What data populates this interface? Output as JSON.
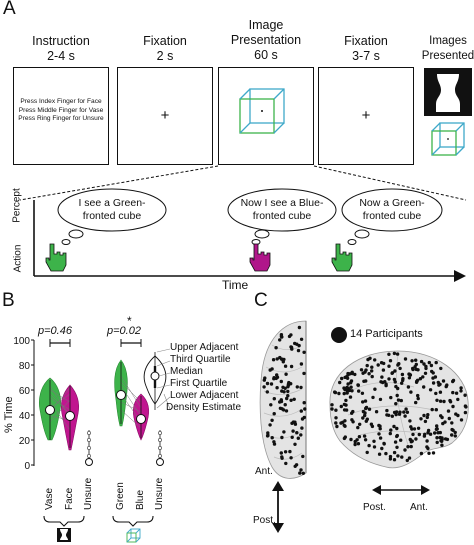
{
  "panel_a": {
    "letter": "A",
    "stages": [
      {
        "title": "Instruction",
        "duration": "2-4 s"
      },
      {
        "title": "Fixation",
        "duration": "2 s"
      },
      {
        "title": "Image\nPresentation",
        "duration": "60 s"
      },
      {
        "title": "Fixation",
        "duration": "3-7 s"
      }
    ],
    "images_presented_label": "Images\nPresented",
    "instructions": [
      "Press Index Finger for Face",
      "Press Middle Finger for Vase",
      "Press Ring Finger for Unsure"
    ],
    "fixation_symbol": "+",
    "percept_label": "Percept",
    "action_label": "Action",
    "time_label": "Time",
    "bubbles": [
      "I see a Green-\nfronted cube",
      "Now I see a Blue-\nfronted cube",
      "Now a Green-\nfronted cube"
    ],
    "colors": {
      "green": "#3db34a",
      "magenta": "#b0168a",
      "cube_blue": "#3fa9c9",
      "cube_green": "#3db34a"
    }
  },
  "panel_b": {
    "letter": "B",
    "ylabel": "% Time",
    "yticks": [
      "100",
      "80",
      "60",
      "40",
      "20",
      "0"
    ],
    "pvalue_left": "p=0.46",
    "pvalue_right": "p=0.02",
    "significance": "*",
    "legend": [
      "Upper Adjacent",
      "Third Quartile",
      "Median",
      "First Quartile",
      "Lower Adjacent",
      "Density Estimate"
    ],
    "categories": [
      "Vase",
      "Face",
      "Unsure",
      "Green",
      "Blue",
      "Unsure"
    ],
    "colors": {
      "green": "#3db34a",
      "magenta": "#c0168f"
    },
    "chart_data": {
      "type": "violin",
      "ylabel": "% Time",
      "ylim": [
        0,
        100
      ],
      "groups": [
        {
          "categories": [
            "Vase",
            "Face",
            "Unsure"
          ],
          "medians": [
            50,
            45,
            3
          ],
          "p": "p=0.46"
        },
        {
          "categories": [
            "Green",
            "Blue",
            "Unsure"
          ],
          "medians": [
            60,
            38,
            3
          ],
          "p": "p=0.02"
        }
      ]
    }
  },
  "panel_c": {
    "letter": "C",
    "legend": "14 Participants",
    "ant_label": "Ant.",
    "post_label": "Post.",
    "post_h": "Post.",
    "ant_h": "Ant."
  }
}
